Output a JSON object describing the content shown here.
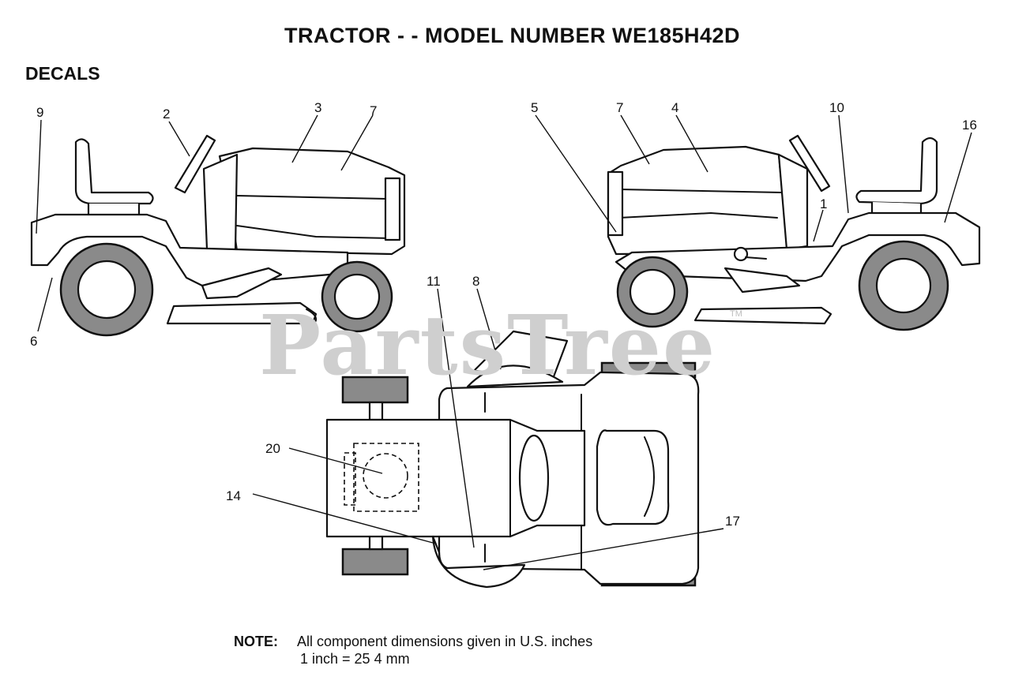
{
  "title": "TRACTOR - - MODEL NUMBER WE185H42D",
  "section_label": "DECALS",
  "note": {
    "label": "NOTE:",
    "line1": "All component dimensions given in U.S. inches",
    "line2": "1 inch = 25 4 mm"
  },
  "watermark": "PartsTree",
  "trademark": "TM",
  "callouts": [
    "9",
    "2",
    "3",
    "7",
    "6",
    "5",
    "7",
    "4",
    "10",
    "16",
    "1",
    "11",
    "8",
    "20",
    "14",
    "17"
  ]
}
